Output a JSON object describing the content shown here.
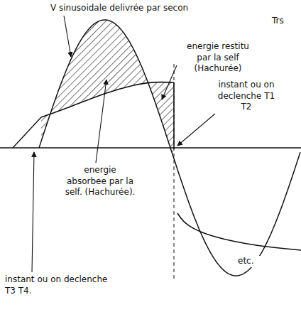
{
  "diagram": {
    "labels": [
      "V sinusoidale delivrée par secon",
      "Trs",
      "energie restitu par la self (Hachurée)",
      "instant ou on declenche T1 T2",
      "energie absorbee par la self. (Hachurée).",
      "instant ou on declenche T3 T4.",
      "etc."
    ]
  }
}
